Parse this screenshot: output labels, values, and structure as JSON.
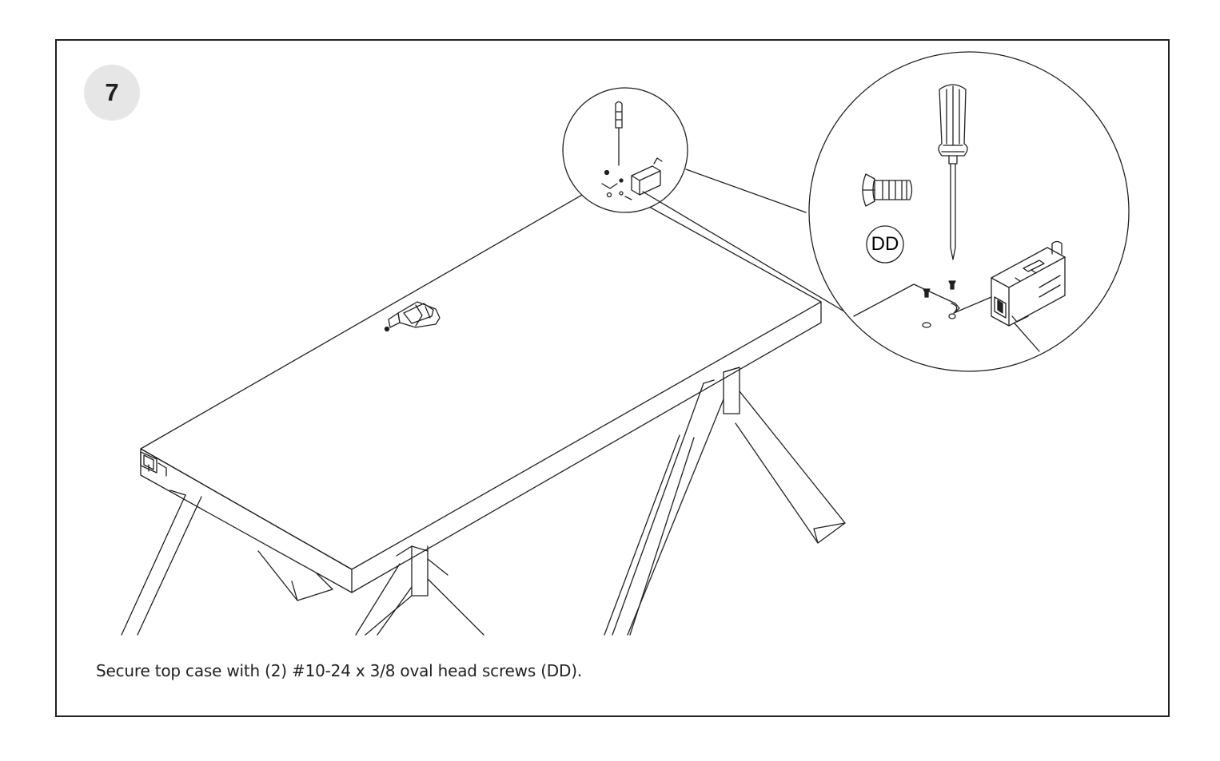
{
  "step": {
    "number": "7"
  },
  "instruction": "Secure top case with (2) #10-24 x 3/8 oval head screws (DD).",
  "parts": {
    "screw_label": "DD"
  },
  "icons": [
    "screwdriver-icon",
    "screw-icon",
    "controller-box-icon"
  ],
  "colors": {
    "line": "#231f20",
    "badge": "#e6e6e7"
  }
}
